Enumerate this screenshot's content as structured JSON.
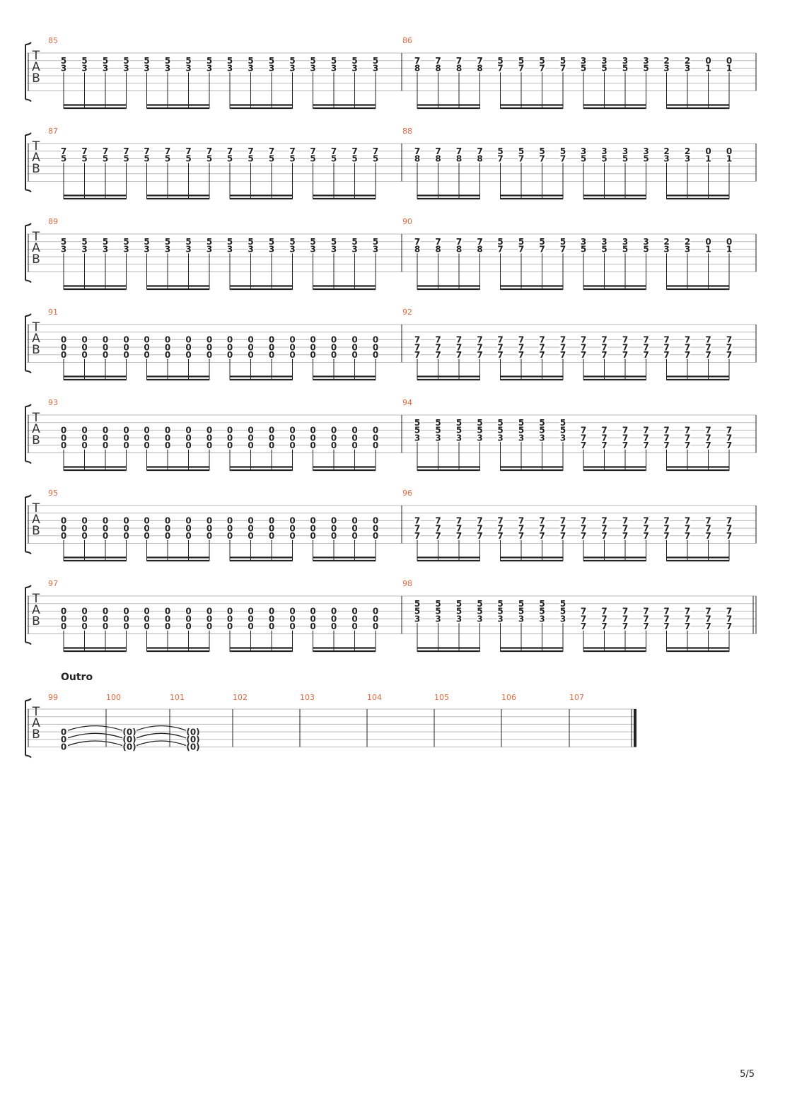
{
  "section_label": "Outro",
  "page_number": "5/5",
  "tab_clef": [
    "T",
    "A",
    "B"
  ],
  "colors": {
    "measure_number": "#e8673a",
    "staff_line": "#b8b8b8",
    "ink": "#222222"
  },
  "systems": [
    {
      "measures": [
        {
          "number": "85",
          "beats": [
            {
              "count": 16,
              "notes": {
                "2": "5",
                "3": "3"
              }
            }
          ]
        },
        {
          "number": "86",
          "beats": [
            {
              "count": 4,
              "notes": {
                "2": "7",
                "3": "8"
              }
            },
            {
              "count": 4,
              "notes": {
                "2": "5",
                "3": "7"
              }
            },
            {
              "count": 4,
              "notes": {
                "2": "3",
                "3": "5"
              }
            },
            {
              "count": 2,
              "notes": {
                "2": "2",
                "3": "3"
              }
            },
            {
              "count": 2,
              "notes": {
                "2": "0",
                "3": "1"
              }
            }
          ]
        }
      ]
    },
    {
      "measures": [
        {
          "number": "87",
          "beats": [
            {
              "count": 16,
              "notes": {
                "2": "7",
                "3": "5"
              }
            }
          ]
        },
        {
          "number": "88",
          "beats": [
            {
              "count": 4,
              "notes": {
                "2": "7",
                "3": "8"
              }
            },
            {
              "count": 4,
              "notes": {
                "2": "5",
                "3": "7"
              }
            },
            {
              "count": 4,
              "notes": {
                "2": "3",
                "3": "5"
              }
            },
            {
              "count": 2,
              "notes": {
                "2": "2",
                "3": "3"
              }
            },
            {
              "count": 2,
              "notes": {
                "2": "0",
                "3": "1"
              }
            }
          ]
        }
      ]
    },
    {
      "measures": [
        {
          "number": "89",
          "beats": [
            {
              "count": 16,
              "notes": {
                "2": "5",
                "3": "3"
              }
            }
          ]
        },
        {
          "number": "90",
          "beats": [
            {
              "count": 4,
              "notes": {
                "2": "7",
                "3": "8"
              }
            },
            {
              "count": 4,
              "notes": {
                "2": "5",
                "3": "7"
              }
            },
            {
              "count": 4,
              "notes": {
                "2": "3",
                "3": "5"
              }
            },
            {
              "count": 2,
              "notes": {
                "2": "2",
                "3": "3"
              }
            },
            {
              "count": 2,
              "notes": {
                "2": "0",
                "3": "1"
              }
            }
          ]
        }
      ]
    },
    {
      "measures": [
        {
          "number": "91",
          "beats": [
            {
              "count": 16,
              "notes": {
                "3": "0",
                "4": "0",
                "5": "0"
              }
            }
          ]
        },
        {
          "number": "92",
          "beats": [
            {
              "count": 16,
              "notes": {
                "3": "7",
                "4": "7",
                "5": "7"
              }
            }
          ]
        }
      ]
    },
    {
      "measures": [
        {
          "number": "93",
          "beats": [
            {
              "count": 16,
              "notes": {
                "3": "0",
                "4": "0",
                "5": "0"
              }
            }
          ]
        },
        {
          "number": "94",
          "beats": [
            {
              "count": 8,
              "notes": {
                "2": "5",
                "3": "5",
                "4": "3"
              }
            },
            {
              "count": 8,
              "notes": {
                "3": "7",
                "4": "7",
                "5": "7"
              }
            }
          ]
        }
      ]
    },
    {
      "measures": [
        {
          "number": "95",
          "beats": [
            {
              "count": 16,
              "notes": {
                "3": "0",
                "4": "0",
                "5": "0"
              }
            }
          ]
        },
        {
          "number": "96",
          "beats": [
            {
              "count": 16,
              "notes": {
                "3": "7",
                "4": "7",
                "5": "7"
              }
            }
          ]
        }
      ]
    },
    {
      "measures": [
        {
          "number": "97",
          "beats": [
            {
              "count": 16,
              "notes": {
                "3": "0",
                "4": "0",
                "5": "0"
              }
            }
          ]
        },
        {
          "number": "98",
          "beats": [
            {
              "count": 8,
              "notes": {
                "2": "5",
                "3": "5",
                "4": "3"
              }
            },
            {
              "count": 8,
              "notes": {
                "3": "7",
                "4": "7",
                "5": "7"
              }
            }
          ]
        }
      ]
    }
  ],
  "outro_system": {
    "measures": [
      "99",
      "100",
      "101",
      "102",
      "103",
      "104",
      "105",
      "106",
      "107"
    ],
    "chord_frets": [
      "0",
      "0",
      "0"
    ],
    "tied_frets": [
      "(0)",
      "(0)",
      "(0)"
    ]
  }
}
